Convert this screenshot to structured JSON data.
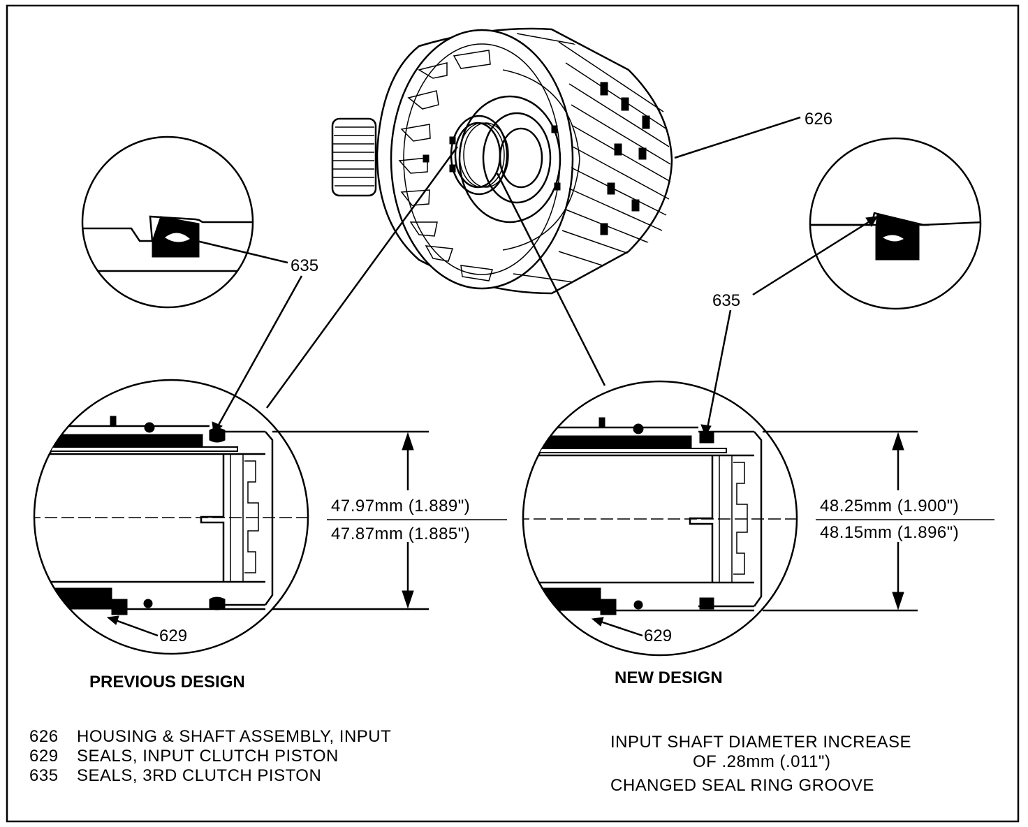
{
  "callouts": {
    "housing": "626",
    "seal_left_top": "635",
    "seal_right_top": "635",
    "piston_left": "629",
    "piston_right": "629"
  },
  "dimensions": {
    "previous": {
      "max": "47.97mm (1.889\")",
      "min": "47.87mm (1.885\")"
    },
    "new": {
      "max": "48.25mm (1.900\")",
      "min": "48.15mm (1.896\")"
    }
  },
  "captions": {
    "previous": "PREVIOUS DESIGN",
    "new": "NEW DESIGN"
  },
  "legend": [
    {
      "num": "626",
      "text": "HOUSING & SHAFT ASSEMBLY, INPUT"
    },
    {
      "num": "629",
      "text": "SEALS, INPUT CLUTCH PISTON"
    },
    {
      "num": "635",
      "text": "SEALS, 3RD CLUTCH PISTON"
    }
  ],
  "note": {
    "line1": "INPUT SHAFT DIAMETER INCREASE",
    "line2": "OF .28mm (.011\")",
    "line3": "CHANGED SEAL RING GROOVE"
  }
}
